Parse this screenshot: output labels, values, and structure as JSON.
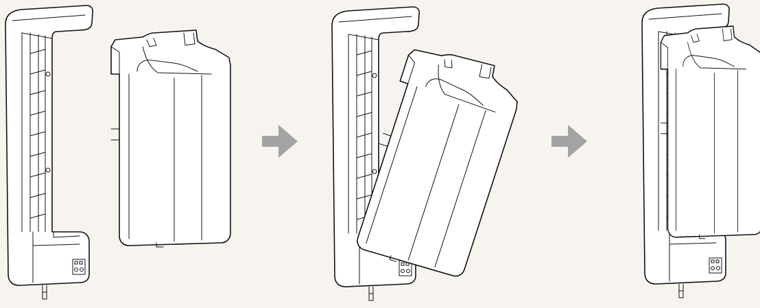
{
  "steps": [
    {
      "name": "separated",
      "parts": [
        "wall-mount-bracket",
        "battery-unit"
      ]
    },
    {
      "name": "hooking",
      "parts": [
        "wall-mount-bracket",
        "battery-unit"
      ]
    },
    {
      "name": "mounted",
      "parts": [
        "wall-mount-bracket",
        "battery-unit"
      ]
    }
  ],
  "arrows": {
    "count": 2,
    "color": "#a3a3a3",
    "icon": "arrow-right-icon"
  },
  "colors": {
    "background": "#f7f4ef",
    "line": "#111111",
    "fill": "#ffffff"
  }
}
